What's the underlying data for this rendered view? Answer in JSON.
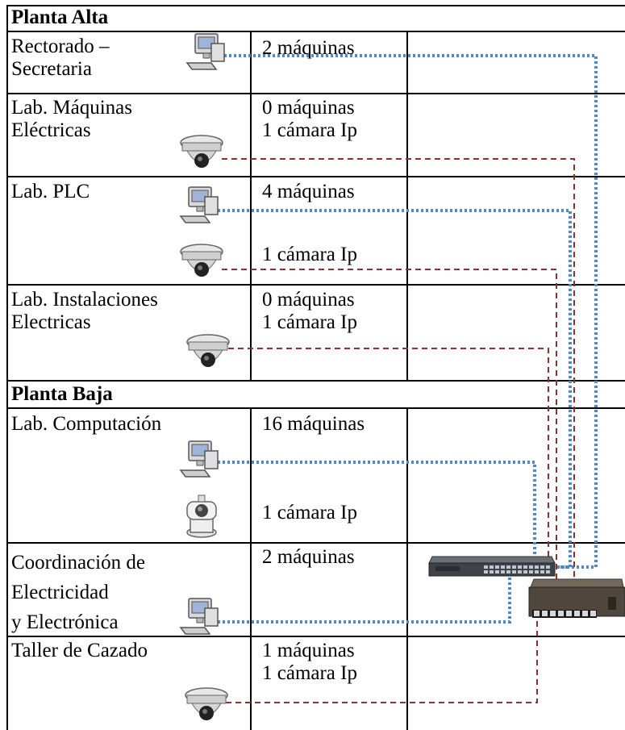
{
  "headers": {
    "upper": "Planta Alta",
    "lower": "Planta Baja"
  },
  "rows": [
    {
      "location": "Rectorado –\nSecretaria",
      "detail": "2 máquinas"
    },
    {
      "location": "Lab. Máquinas\nEléctricas",
      "detail": "0 máquinas\n1 cámara Ip"
    },
    {
      "location": "Lab. PLC",
      "detail_a": "4 máquinas",
      "detail_b": "1 cámara Ip"
    },
    {
      "location": "Lab. Instalaciones\nElectricas",
      "detail": "0 máquinas\n1 cámara Ip"
    },
    {
      "location": "Lab. Computación",
      "detail_a": "16 máquinas",
      "detail_b": "1 cámara Ip"
    },
    {
      "location": "Coordinación de\nElectricidad\ny Electrónica",
      "detail": "2 máquinas"
    },
    {
      "location": "Taller de Cazado",
      "detail": "1 máquinas\n1 cámara Ip"
    }
  ],
  "icons": {
    "computer": "desktop-computer-icon",
    "dome_camera": "dome-camera-icon",
    "ptz_camera": "ptz-camera-icon",
    "switch_rack": "rack-switch-icon",
    "switch_desktop": "desktop-switch-icon"
  },
  "colors": {
    "data_link": "#4a88d6",
    "camera_link": "#9b2c2c",
    "grid": "#000000"
  }
}
